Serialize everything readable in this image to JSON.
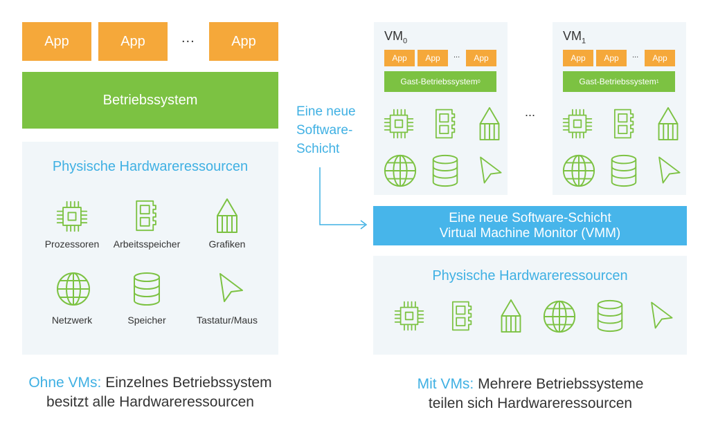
{
  "left": {
    "apps": [
      "App",
      "App",
      "App"
    ],
    "ellipsis": "...",
    "os_label": "Betriebssystem",
    "hardware_title": "Physische Hardwareressourcen",
    "resources": [
      {
        "label": "Prozessoren",
        "icon": "processor-icon"
      },
      {
        "label": "Arbeitsspeicher",
        "icon": "memory-icon"
      },
      {
        "label": "Grafiken",
        "icon": "graphics-icon"
      },
      {
        "label": "Netzwerk",
        "icon": "network-icon"
      },
      {
        "label": "Speicher",
        "icon": "storage-icon"
      },
      {
        "label": "Tastatur/Maus",
        "icon": "pointer-icon"
      }
    ],
    "caption_highlight": "Ohne VMs:",
    "caption_rest": " Einzelnes Betriebssystem",
    "caption_line2": "besitzt alle Hardwareressourcen"
  },
  "note": {
    "line1": "Eine neue",
    "line2": "Software-",
    "line3": "Schicht"
  },
  "right": {
    "vms": [
      {
        "name": "VM",
        "sub": "0",
        "apps": [
          "App",
          "App",
          "App"
        ],
        "ellipsis": "...",
        "guest_os": "Gast-Betriebssystem",
        "guest_sub": "0"
      },
      {
        "name": "VM",
        "sub": "1",
        "apps": [
          "App",
          "App",
          "App"
        ],
        "ellipsis": "...",
        "guest_os": "Gast-Betriebssystem",
        "guest_sub": "1"
      }
    ],
    "between_vms": "...",
    "vmm_line1": "Eine neue Software-Schicht",
    "vmm_line2": "Virtual Machine Monitor (VMM)",
    "hardware_title": "Physische Hardwareressourcen",
    "caption_highlight": "Mit VMs:",
    "caption_rest": " Mehrere Betriebssysteme",
    "caption_line2": "teilen sich Hardwareressourcen"
  },
  "colors": {
    "app": "#f5a83a",
    "os": "#7cc242",
    "icon": "#7cc242",
    "vmm": "#47b5ea",
    "highlight_text": "#3fb0e3",
    "panel": "#f1f6f9"
  }
}
